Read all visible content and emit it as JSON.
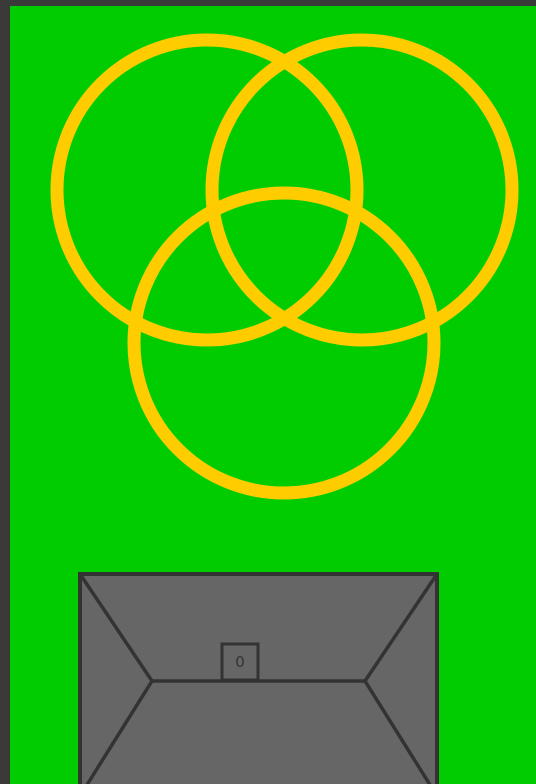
{
  "colors": {
    "grass": "#00cc00",
    "frame": "#3a3a3a",
    "ring": "#ffcc00",
    "roof": "#666666",
    "roof_outline": "#333333"
  },
  "rings": {
    "symbol": "three-interlocking-rings",
    "count": 3
  },
  "building": {
    "type": "house-roof",
    "window": {
      "counter": "0"
    }
  }
}
